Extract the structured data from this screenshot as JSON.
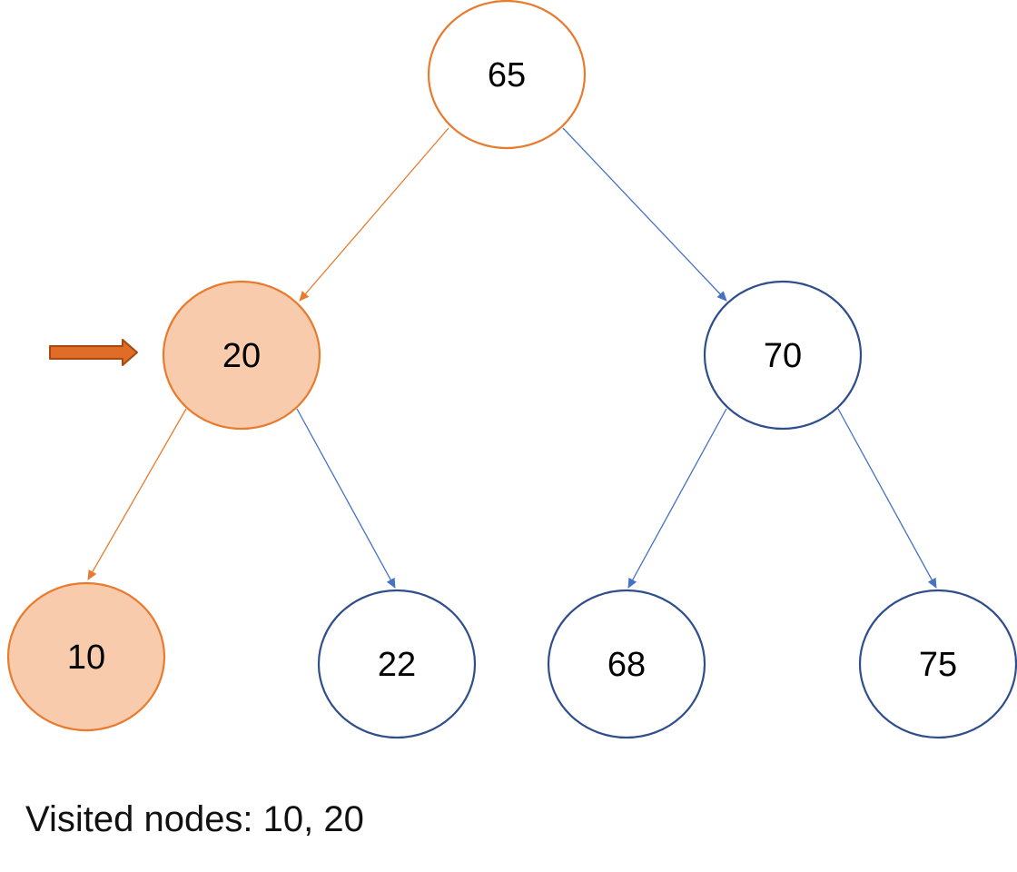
{
  "colors": {
    "visited_stroke": "#E87B2E",
    "visited_fill": "#F8CBAD",
    "unvisited_stroke": "#2F4E8C",
    "unvisited_fill": "#FFFFFF",
    "visited_edge": "#E87B2E",
    "unvisited_edge": "#4472C4",
    "pointer_arrow_fill": "#E06D27",
    "pointer_arrow_stroke": "#A8480F"
  },
  "tree": {
    "nodes": [
      {
        "id": "n65",
        "label": "65",
        "state": "highlighted"
      },
      {
        "id": "n20",
        "label": "20",
        "state": "visited"
      },
      {
        "id": "n70",
        "label": "70",
        "state": "unvisited"
      },
      {
        "id": "n10",
        "label": "10",
        "state": "visited"
      },
      {
        "id": "n22",
        "label": "22",
        "state": "unvisited"
      },
      {
        "id": "n68",
        "label": "68",
        "state": "unvisited"
      },
      {
        "id": "n75",
        "label": "75",
        "state": "unvisited"
      }
    ],
    "edges": [
      {
        "from": "n65",
        "to": "n20",
        "state": "visited"
      },
      {
        "from": "n65",
        "to": "n70",
        "state": "unvisited"
      },
      {
        "from": "n20",
        "to": "n10",
        "state": "visited"
      },
      {
        "from": "n20",
        "to": "n22",
        "state": "unvisited"
      },
      {
        "from": "n70",
        "to": "n68",
        "state": "unvisited"
      },
      {
        "from": "n70",
        "to": "n75",
        "state": "unvisited"
      }
    ],
    "current_node": "n20"
  },
  "caption": {
    "visited_text": "Visited nodes: 10, 20"
  }
}
